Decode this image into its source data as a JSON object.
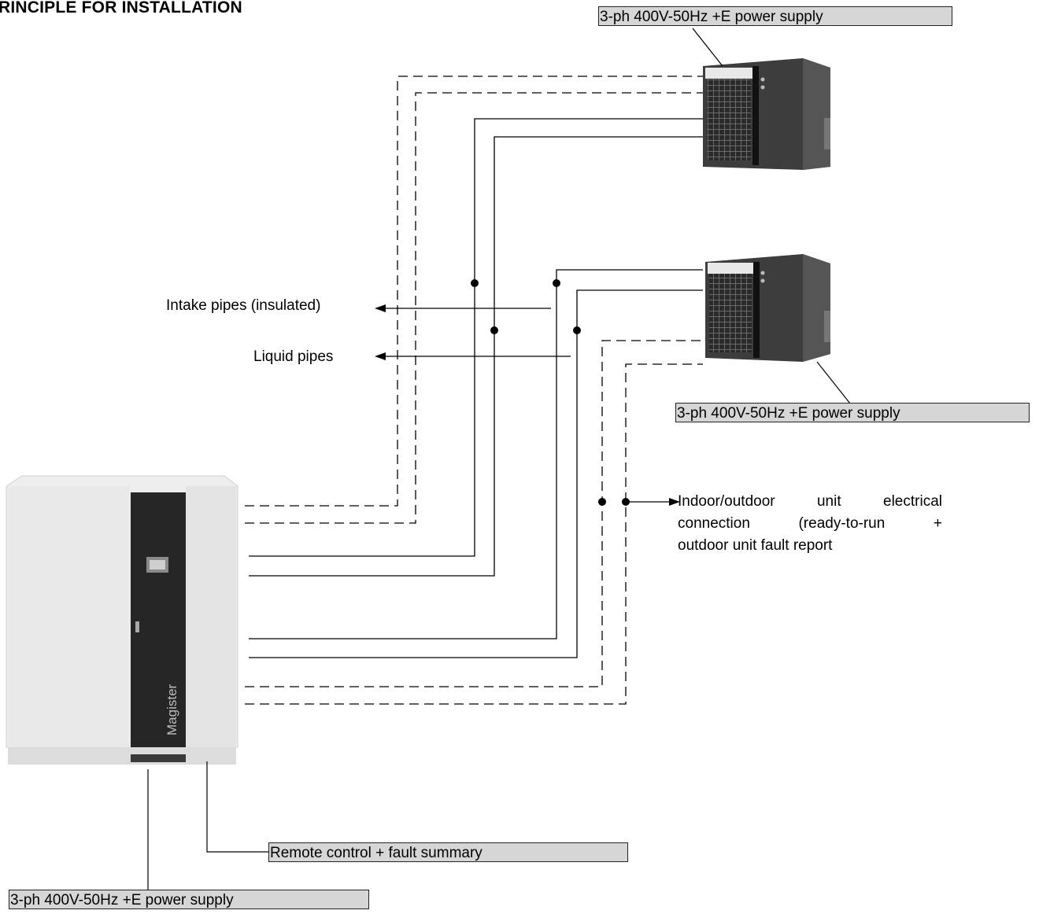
{
  "title": "RINCIPLE FOR INSTALLATION",
  "labels": {
    "outdoor_supply_top": "3-ph 400V-50Hz +E power supply",
    "outdoor_supply_bottom": "3-ph 400V-50Hz +E power supply",
    "indoor_supply": "3-ph 400V-50Hz +E power supply",
    "remote_control": "Remote control + fault summary",
    "intake_pipes": "Intake pipes (insulated)",
    "liquid_pipes": "Liquid pipes",
    "electrical_line1_a": "Indoor/outdoor",
    "electrical_line1_b": "unit",
    "electrical_line1_c": "electrical",
    "electrical_line2_a": "connection",
    "electrical_line2_b": "(ready-to-run",
    "electrical_line2_c": "+",
    "electrical_line3": "outdoor unit fault report"
  },
  "indoor_unit": {
    "brand": "Magister"
  },
  "colors": {
    "label_box": "#d6d6d6",
    "cabinet_panel": "#ececec",
    "cabinet_door": "#262626",
    "outdoor_body": "#3a3a3a"
  }
}
